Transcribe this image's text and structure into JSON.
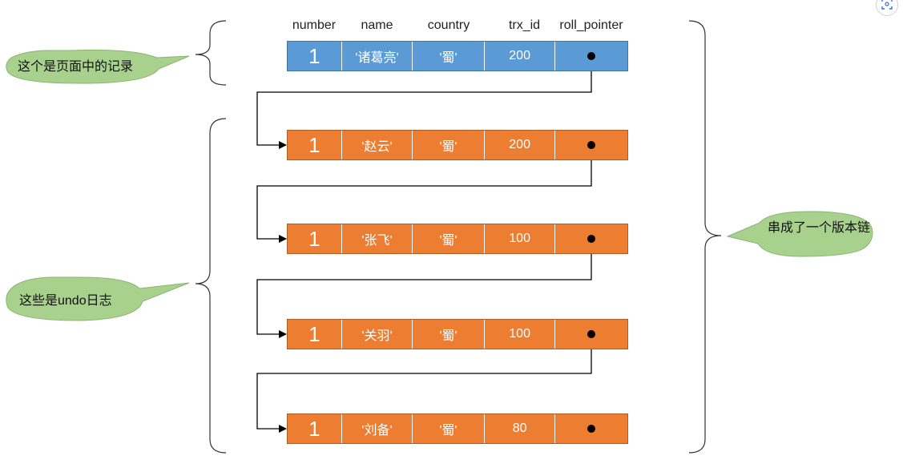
{
  "headers": [
    "number",
    "name",
    "country",
    "trx_id",
    "roll_pointer"
  ],
  "page_record": {
    "number": "1",
    "name": "'诸葛亮'",
    "country": "'蜀'",
    "trx_id": "200"
  },
  "undo_records": [
    {
      "number": "1",
      "name": "'赵云'",
      "country": "'蜀'",
      "trx_id": "200"
    },
    {
      "number": "1",
      "name": "'张飞'",
      "country": "'蜀'",
      "trx_id": "100"
    },
    {
      "number": "1",
      "name": "'关羽'",
      "country": "'蜀'",
      "trx_id": "100"
    },
    {
      "number": "1",
      "name": "'刘备'",
      "country": "'蜀'",
      "trx_id": "80"
    }
  ],
  "labels": {
    "page_record": "这个是页面中的记录",
    "undo_logs": "这些是undo日志",
    "version_chain": "串成了一个版本链"
  },
  "colors": {
    "page_record_fill": "#5b9bd5",
    "undo_record_fill": "#ed7d31",
    "callout_fill": "#a9d18e"
  },
  "icons": {
    "corner_button": "scan-icon"
  }
}
